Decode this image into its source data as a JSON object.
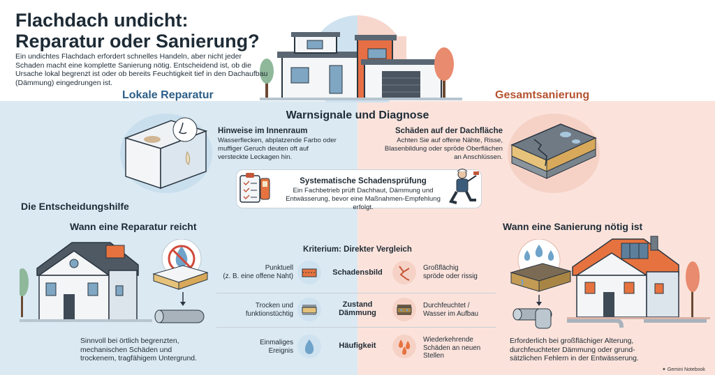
{
  "title_line1": "Flachdach undicht:",
  "title_line2": "Reparatur oder Sanierung?",
  "intro": "Ein undichtes Flachdach erfordert schnelles Handeln, aber nicht jeder Schaden macht eine komplette Sanierung nötig. Entscheidend ist, ob die Ursache lokal begrenzt ist oder ob bereits Feuchtigkeit tief in den Dachaufbau (Dämmung) eingedrungen ist.",
  "left_heading": "Lokale Reparatur",
  "right_heading": "Gesamtsanierung",
  "diagnosis_heading": "Warnsignale und Diagnose",
  "inside": {
    "title": "Hinweise im Innenraum",
    "text": "Wasserflecken, abplatzende Farbo oder muffiger Geruch deuten oft auf versteckte Leckagen hin."
  },
  "roof_surface": {
    "title": "Schäden auf der Dachfläche",
    "text": "Achten Sie auf offene Nähte, Risse, Blasenbildung oder spröde Oberflächen an Anschlüssen."
  },
  "inspection": {
    "title": "Systematische Schadensprüfung",
    "text": "Ein Fachbetrieb prüft Dachhaut, Dämmung und Entwässerung, bevor eine Maßnahmen-Empfehlung erfolgt."
  },
  "decision_heading": "Die Entscheidungshilfe",
  "repair_heading": "Wann eine Reparatur reicht",
  "renovation_heading": "Wann eine Sanierung nötig ist",
  "comparison_heading": "Kriterium: Direkter Vergleich",
  "criteria": [
    {
      "left": "Punktuell\n(z. B. eine offene Naht)",
      "label": "Schadensbild",
      "right": "Großflächig\nspröde oder rissig"
    },
    {
      "left": "Trocken und\nfunktionstüchtig",
      "label": "Zustand\nDämmung",
      "right": "Durchfeuchtet /\nWasser im Aufbau"
    },
    {
      "left": "Einmaliges\nEreignis",
      "label": "Häufigkeit",
      "right": "Wiederkehrende\nSchäden an neuen\nStellen"
    }
  ],
  "repair_text": "Sinnvoll bei örtlich begrenzten, mechanischen Schäden und trockenem, tragfähigem Untergrund.",
  "renovation_text": "Erforderlich bei großflächiger Alterung, durchfeuchteter Dämmung oder grund-sätzlichen Fehlern in der Entwässerung.",
  "badge": "Gemini Notebook",
  "colors": {
    "blue_bg": "#dbe9f3",
    "red_bg": "#fbe3dc",
    "blue_text": "#2c5e87",
    "red_text": "#b5532f"
  }
}
